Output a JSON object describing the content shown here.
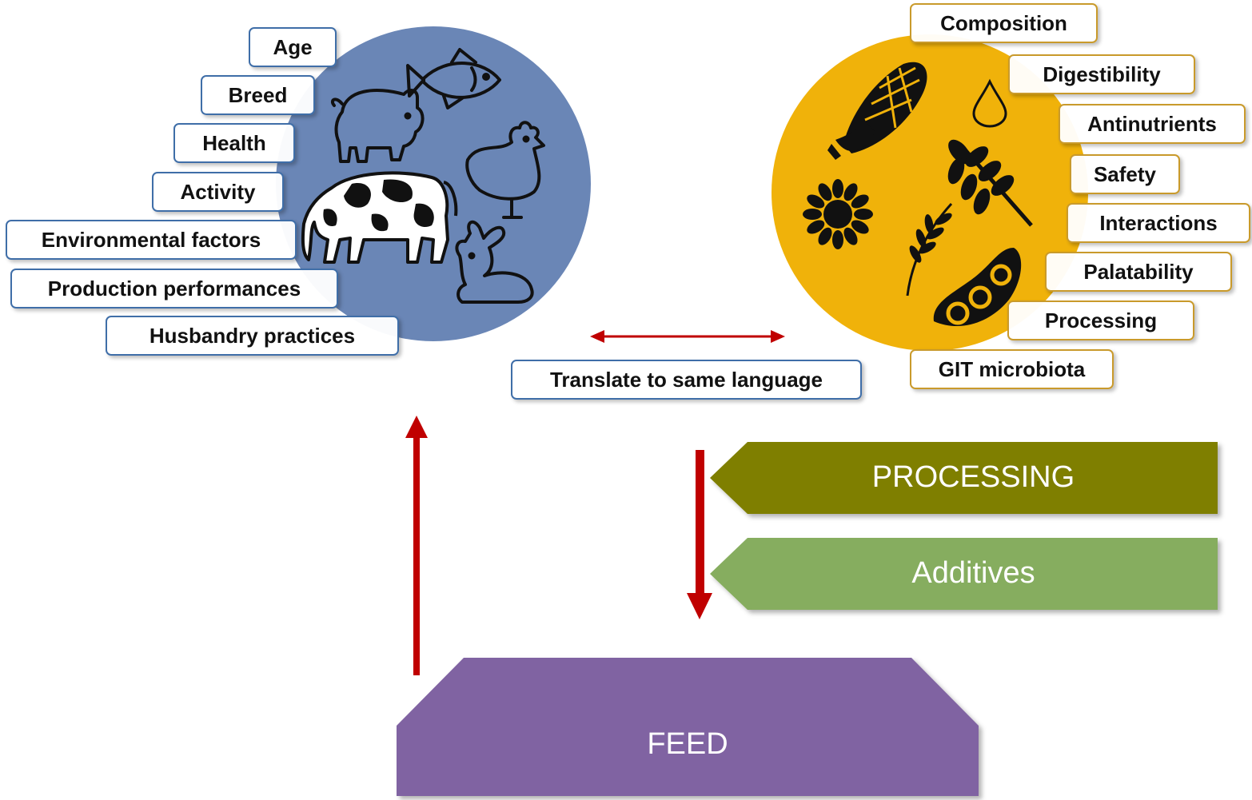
{
  "animal_factors": [
    "Age",
    "Breed",
    "Health",
    "Activity",
    "Environmental factors",
    "Production performances",
    "Husbandry practices"
  ],
  "feed_factors": [
    "Composition",
    "Digestibility",
    "Antinutrients",
    "Safety",
    "Interactions",
    "Palatability",
    "Processing",
    "GIT microbiota"
  ],
  "center_label": "Translate to same language",
  "steps": {
    "processing": "PROCESSING",
    "additives": "Additives",
    "feed": "FEED"
  },
  "colors": {
    "animal_circle": "#6a86b6",
    "feed_circle": "#f0b20a",
    "processing": "#7f7f00",
    "additives": "#86ad5e",
    "feed": "#8064a2",
    "arrow": "#c00000"
  },
  "icons": {
    "animal": [
      "fish-icon",
      "pig-icon",
      "chicken-icon",
      "cow-icon",
      "rabbit-icon"
    ],
    "feed": [
      "corn-icon",
      "water-drop-icon",
      "wheat-icon",
      "sunflower-icon",
      "barley-icon",
      "soybean-icon"
    ]
  }
}
